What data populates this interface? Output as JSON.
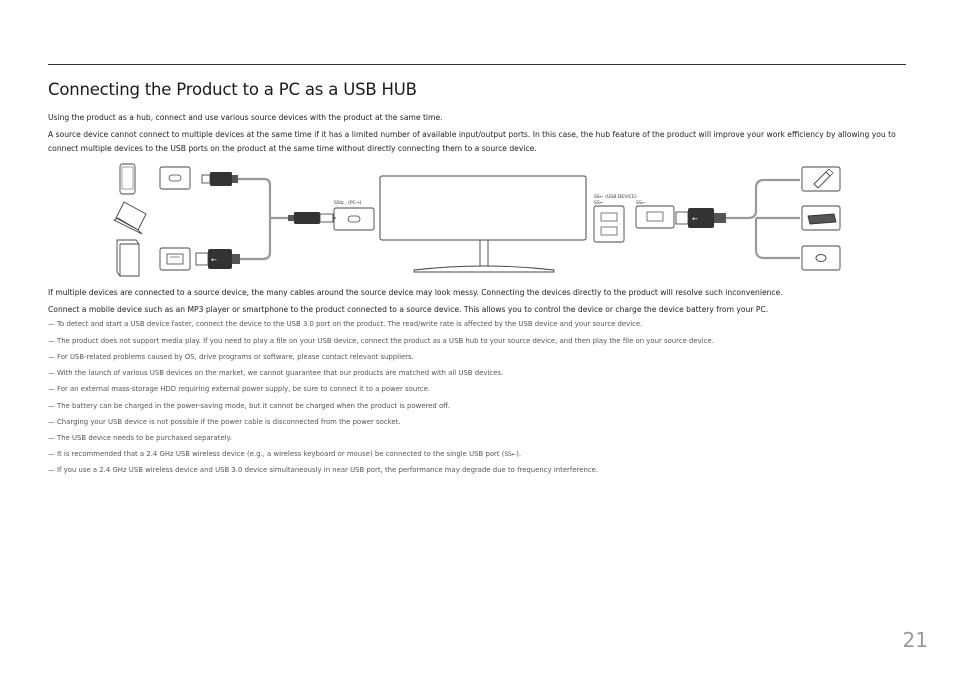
{
  "title": "Connecting the Product to a PC as a USB HUB",
  "intro": [
    "Using the product as a hub, connect and use various source devices with the product at the same time.",
    "A source device cannot connect to multiple devices at the same time if it has a limited number of available input/output ports. In this case, the hub feature of the product will improve your work efficiency by allowing you to connect multiple devices to the USB ports on the product at the same time without directly connecting them to a source device."
  ],
  "diagram": {
    "pc_port_label": "(PC→)",
    "usb_device_label": "(USB DEVICE)"
  },
  "body": [
    "If multiple devices are connected to a source device, the many cables around the source device may look messy. Connecting the devices directly to the product will resolve such inconvenience.",
    "Connect a mobile device such as an MP3 player or smartphone to the product connected to a source device. This allows you to control the device or charge the device battery from your PC."
  ],
  "notes": [
    "To detect and start a USB device faster, connect the device to the USB 3.0 port on the product. The read/write rate is affected by the USB device and your source device.",
    "The product does not support media play. If you need to play a file on your USB device, connect the product as a USB hub to your source device, and then play the file on your source device.",
    "For USB-related problems caused by OS, drive programs or software, please contact relevant suppliers.",
    "With the launch of various USB devices on the market, we cannot guarantee that our products are matched with all USB devices.",
    "For an external mass-storage HDD requiring external power supply, be sure to connect it to a power source.",
    "The battery can be charged in the power-saving mode, but it cannot be charged when the product is powered off.",
    "Charging your USB device is not possible if the power cable is disconnected from the power socket.",
    "The USB device needs to be purchased separately."
  ],
  "note9": {
    "before": "It is recommended that a 2.4 GHz USB wireless device (e.g., a wireless keyboard or mouse) be connected to the single USB port (",
    "icon": "SS←",
    "after": ")."
  },
  "note10": "If you use a 2.4 GHz USB wireless device and USB 3.0 device simultaneously in near USB port, the performance may degrade due to frequency interference.",
  "page_number": "21",
  "dash": "—"
}
